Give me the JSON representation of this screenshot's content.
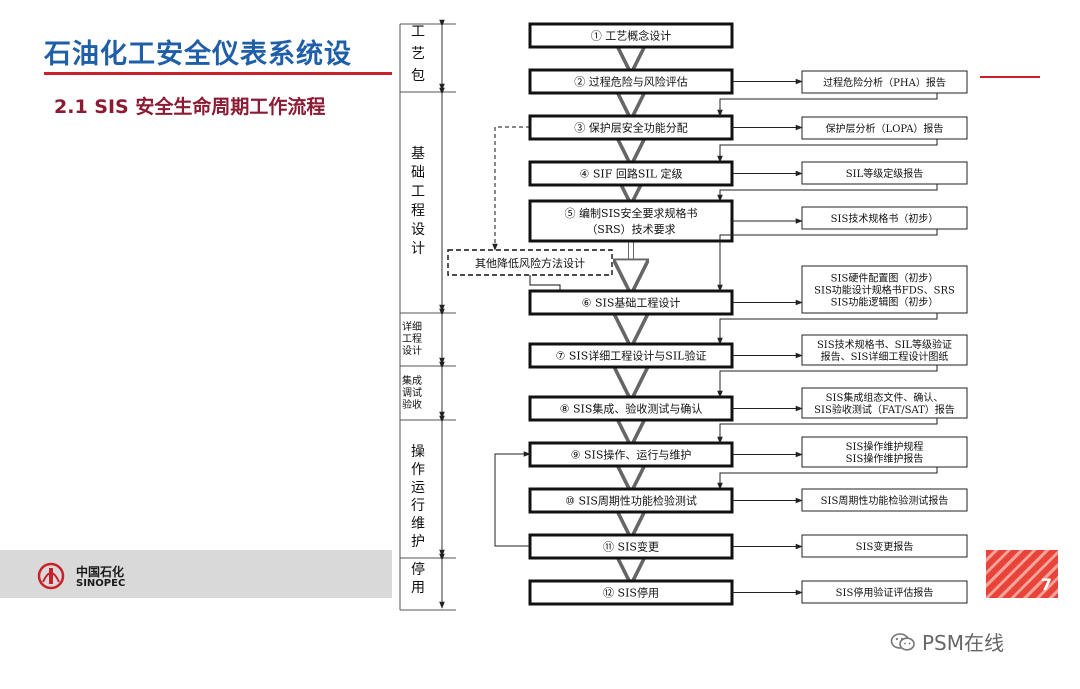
{
  "header": {
    "title": "石油化工安全仪表系统设",
    "subtitle": "2.1  SIS 安全生命周期工作流程"
  },
  "colors": {
    "title": "#1f5fa8",
    "subtitle": "#8b1a32",
    "accent_red": "#c9202a"
  },
  "phases": [
    {
      "lines": [
        "工",
        "艺",
        "包"
      ]
    },
    {
      "lines": [
        "基",
        "础",
        "工",
        "程",
        "设",
        "计"
      ]
    },
    {
      "lines": [
        "详细",
        "工程",
        "设计"
      ]
    },
    {
      "lines": [
        "集成",
        "调试",
        "验收"
      ]
    },
    {
      "lines": [
        "操",
        "作",
        "运",
        "行",
        "维",
        "护"
      ]
    },
    {
      "lines": [
        "停",
        "用"
      ]
    }
  ],
  "steps": [
    {
      "label": "① 工艺概念设计"
    },
    {
      "label": "② 过程危险与风险评估"
    },
    {
      "label": "③ 保护层安全功能分配"
    },
    {
      "label": "④ SIF 回路SIL 定级"
    },
    {
      "label": "⑤ 编制SIS安全要求规格书",
      "label2": "（SRS）技术要求"
    },
    {
      "label": "⑥ SIS基础工程设计"
    },
    {
      "label": "⑦ SIS详细工程设计与SIL验证"
    },
    {
      "label": "⑧ SIS集成、验收测试与确认"
    },
    {
      "label": "⑨ SIS操作、运行与维护"
    },
    {
      "label": "⑩ SIS周期性功能检验测试"
    },
    {
      "label": "⑪ SIS变更"
    },
    {
      "label": "⑫ SIS停用"
    }
  ],
  "other_box": {
    "label": "其他降低风险方法设计"
  },
  "outputs": [
    {
      "lines": [
        "过程危险分析（PHA）报告"
      ]
    },
    {
      "lines": [
        "保护层分析（LOPA）报告"
      ]
    },
    {
      "lines": [
        "SIL等级定级报告"
      ]
    },
    {
      "lines": [
        "SIS技术规格书（初步）"
      ]
    },
    {
      "lines": [
        "SIS硬件配置图（初步）",
        "SIS功能设计规格书FDS、SRS",
        "SIS功能逻辑图（初步）"
      ]
    },
    {
      "lines": [
        "SIS技术规格书、SIL等级验证",
        "报告、SIS详细工程设计图纸"
      ]
    },
    {
      "lines": [
        "SIS集成组态文件、确认、",
        "SIS验收测试（FAT/SAT）报告"
      ]
    },
    {
      "lines": [
        "SIS操作维护规程",
        "SIS操作维护报告"
      ]
    },
    {
      "lines": [
        "SIS周期性功能检验测试报告"
      ]
    },
    {
      "lines": [
        "SIS变更报告"
      ]
    },
    {
      "lines": [
        "SIS停用验证评估报告"
      ]
    }
  ],
  "logo": {
    "cn": "中国石化",
    "en": "SINOPEC"
  },
  "page_number": "7",
  "watermark": "PSM在线"
}
